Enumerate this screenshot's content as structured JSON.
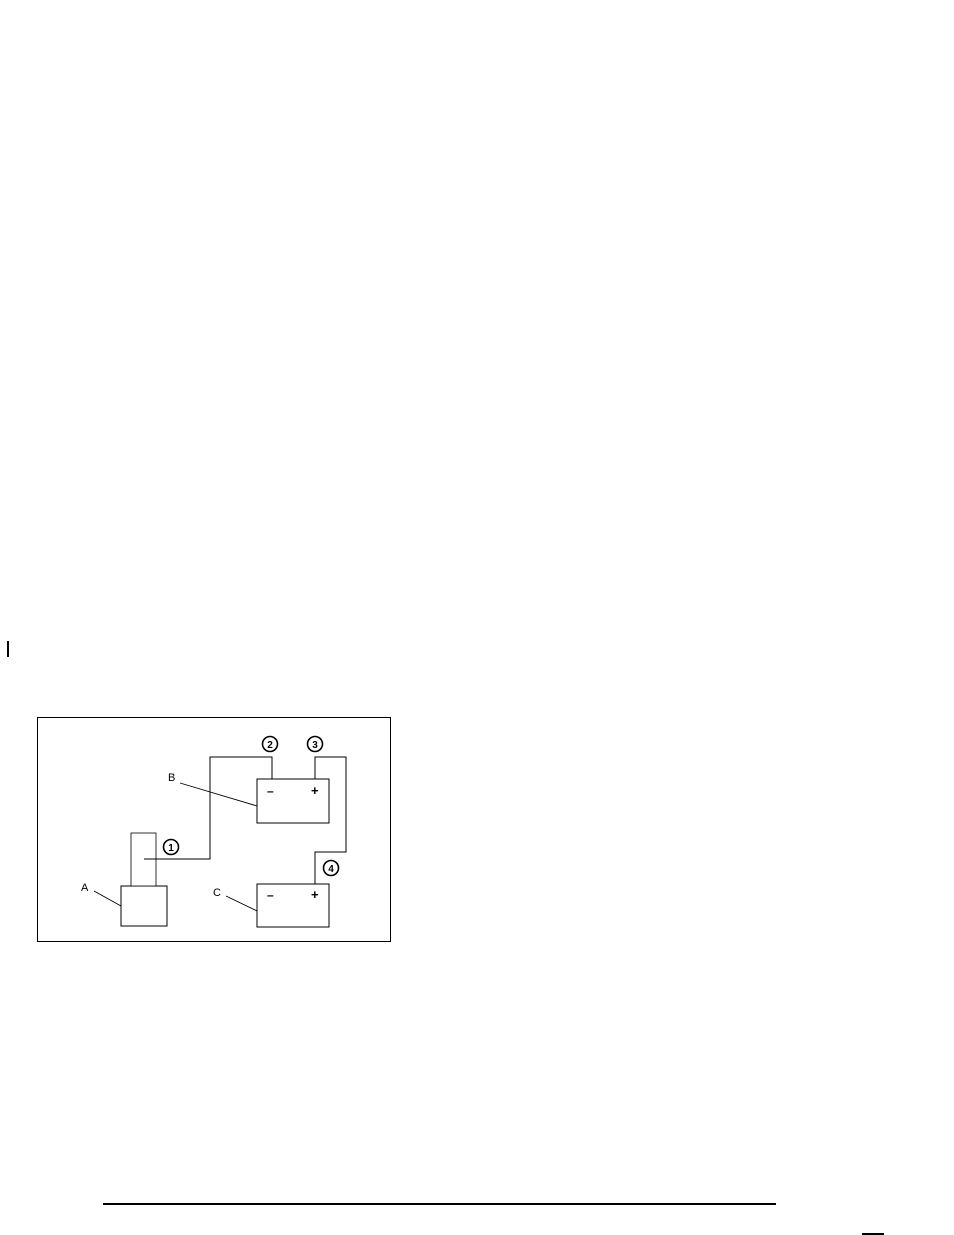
{
  "diagram": {
    "labels": {
      "a": "A",
      "b": "B",
      "c": "C"
    },
    "callouts": {
      "one": "1",
      "two": "2",
      "three": "3",
      "four": "4"
    },
    "terminals": {
      "b_negative": "–",
      "b_positive": "+",
      "c_negative": "–",
      "c_positive": "+"
    }
  }
}
